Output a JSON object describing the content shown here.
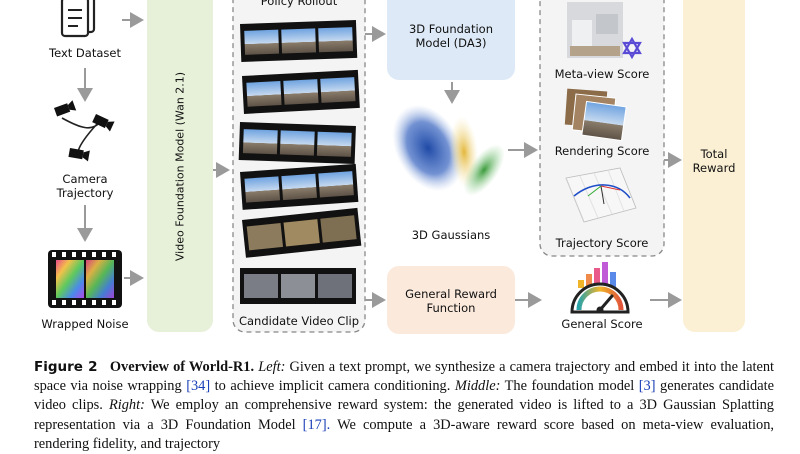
{
  "figure": {
    "text_dataset": "Text Dataset",
    "camera_trajectory_line1": "Camera",
    "camera_trajectory_line2": "Trajectory",
    "wrapped_noise": "Wrapped Noise",
    "video_foundation_model": "Video Foundation Model (Wan 2.1)",
    "policy_rollout": "Policy Rollout",
    "candidate_video_clip": "Candidate Video Clip",
    "foundation_3d_line1": "3D Foundation",
    "foundation_3d_line2": "Model (DA3)",
    "gaussians_3d": "3D Gaussians",
    "general_reward_line1": "General Reward",
    "general_reward_line2": "Function",
    "meta_view_score": "Meta-view Score",
    "rendering_score": "Rendering Score",
    "trajectory_score": "Trajectory Score",
    "general_score": "General Score",
    "total_reward_line1": "Total",
    "total_reward_line2": "Reward"
  },
  "caption": {
    "label": "Figure 2",
    "title": "Overview of World-R1.",
    "left_label": "Left:",
    "left_text_1": "Given a text prompt, we synthesize a camera trajectory and embed it into the latent space via noise wrapping",
    "ref_34": "[34]",
    "left_text_2": "to achieve implicit camera conditioning.",
    "middle_label": "Middle:",
    "middle_text_1": "The foundation model",
    "ref_3": "[3]",
    "middle_text_2": "generates candidate video clips.",
    "right_label": "Right:",
    "right_text_1": "We employ an comprehensive reward system: the generated video is lifted to a 3D Gaussian Splatting representation via a 3D Foundation Model",
    "ref_17": "[17].",
    "right_text_2": "We compute a 3D-aware reward score based on meta-view evaluation, rendering fidelity, and trajectory"
  }
}
